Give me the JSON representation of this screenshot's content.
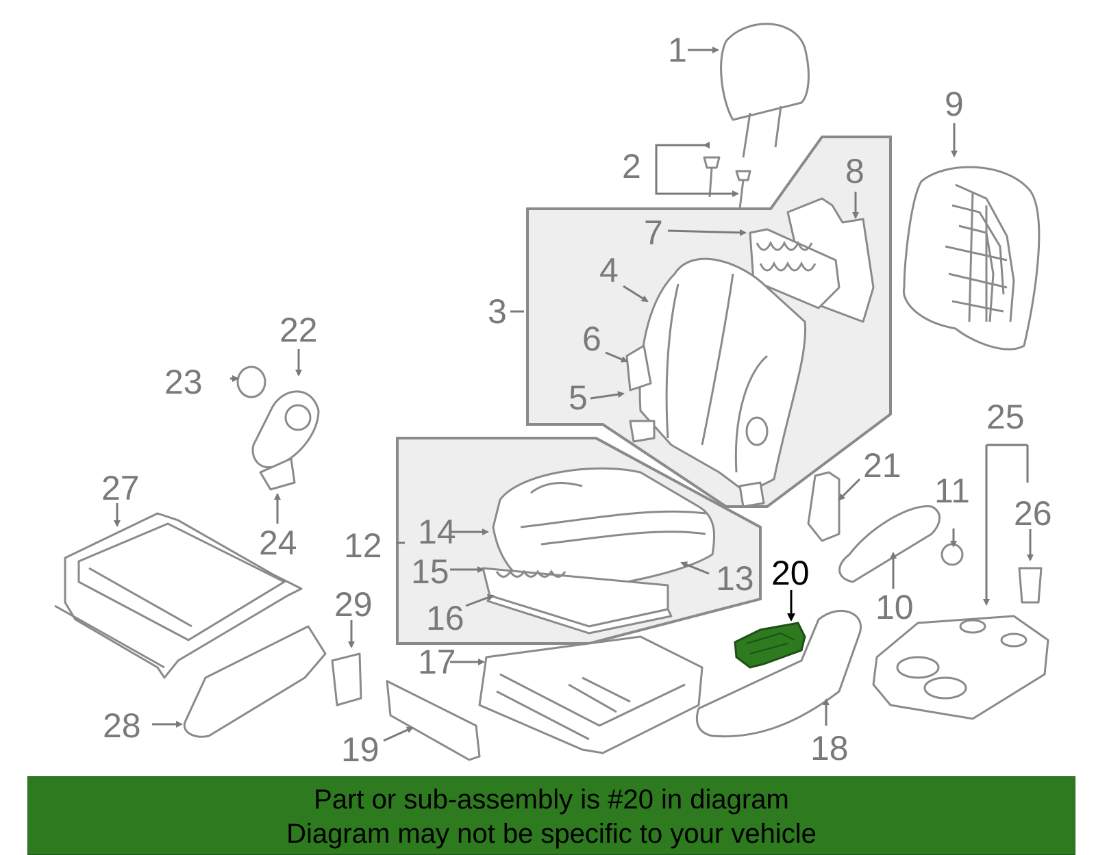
{
  "callouts": {
    "c1": "1",
    "c2": "2",
    "c3": "3",
    "c4": "4",
    "c5": "5",
    "c6": "6",
    "c7": "7",
    "c8": "8",
    "c9": "9",
    "c10": "10",
    "c11": "11",
    "c12": "12",
    "c13": "13",
    "c14": "14",
    "c15": "15",
    "c16": "16",
    "c17": "17",
    "c18": "18",
    "c19": "19",
    "c20": "20",
    "c21": "21",
    "c22": "22",
    "c23": "23",
    "c24": "24",
    "c25": "25",
    "c26": "26",
    "c27": "27",
    "c28": "28",
    "c29": "29"
  },
  "banner": {
    "line1": "Part or sub-assembly is #20 in diagram",
    "line2": "Diagram may not be specific to your vehicle"
  },
  "colors": {
    "highlight_part": "#2d7a1f",
    "banner_bg": "#2d7a1f",
    "line_art": "#8a8a8a",
    "callout_text": "#7a7a7a",
    "group_box_fill": "#eeeeee"
  }
}
